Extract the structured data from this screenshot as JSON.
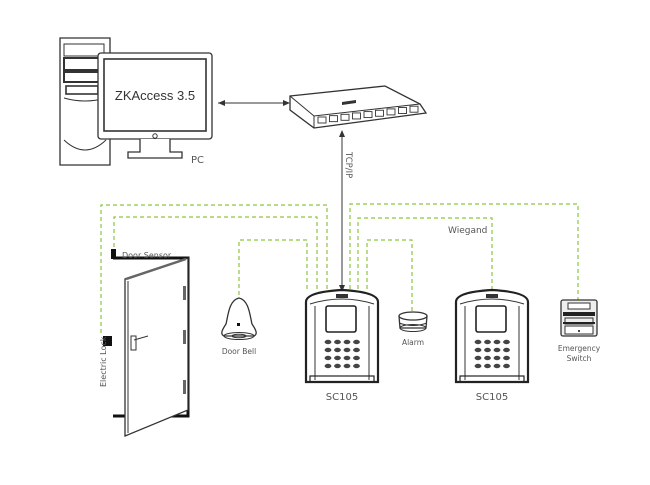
{
  "diagram": {
    "type": "network wiring diagram",
    "software_label": "ZKAccess 3.5",
    "pc_label": "PC",
    "link_label": "TCP/IP",
    "wiegand_label": "Wiegand",
    "devices": {
      "door_sensor": "Door Sensor",
      "electric_lock": "Electric Lock",
      "door_bell": "Door Bell",
      "alarm": "Alarm",
      "controller_1": "SC105",
      "controller_2": "SC105",
      "emergency_switch_line1": "Emergency",
      "emergency_switch_line2": "Switch"
    },
    "colors": {
      "wire": "#8dc63f",
      "line": "#333333",
      "text": "#555555"
    }
  }
}
